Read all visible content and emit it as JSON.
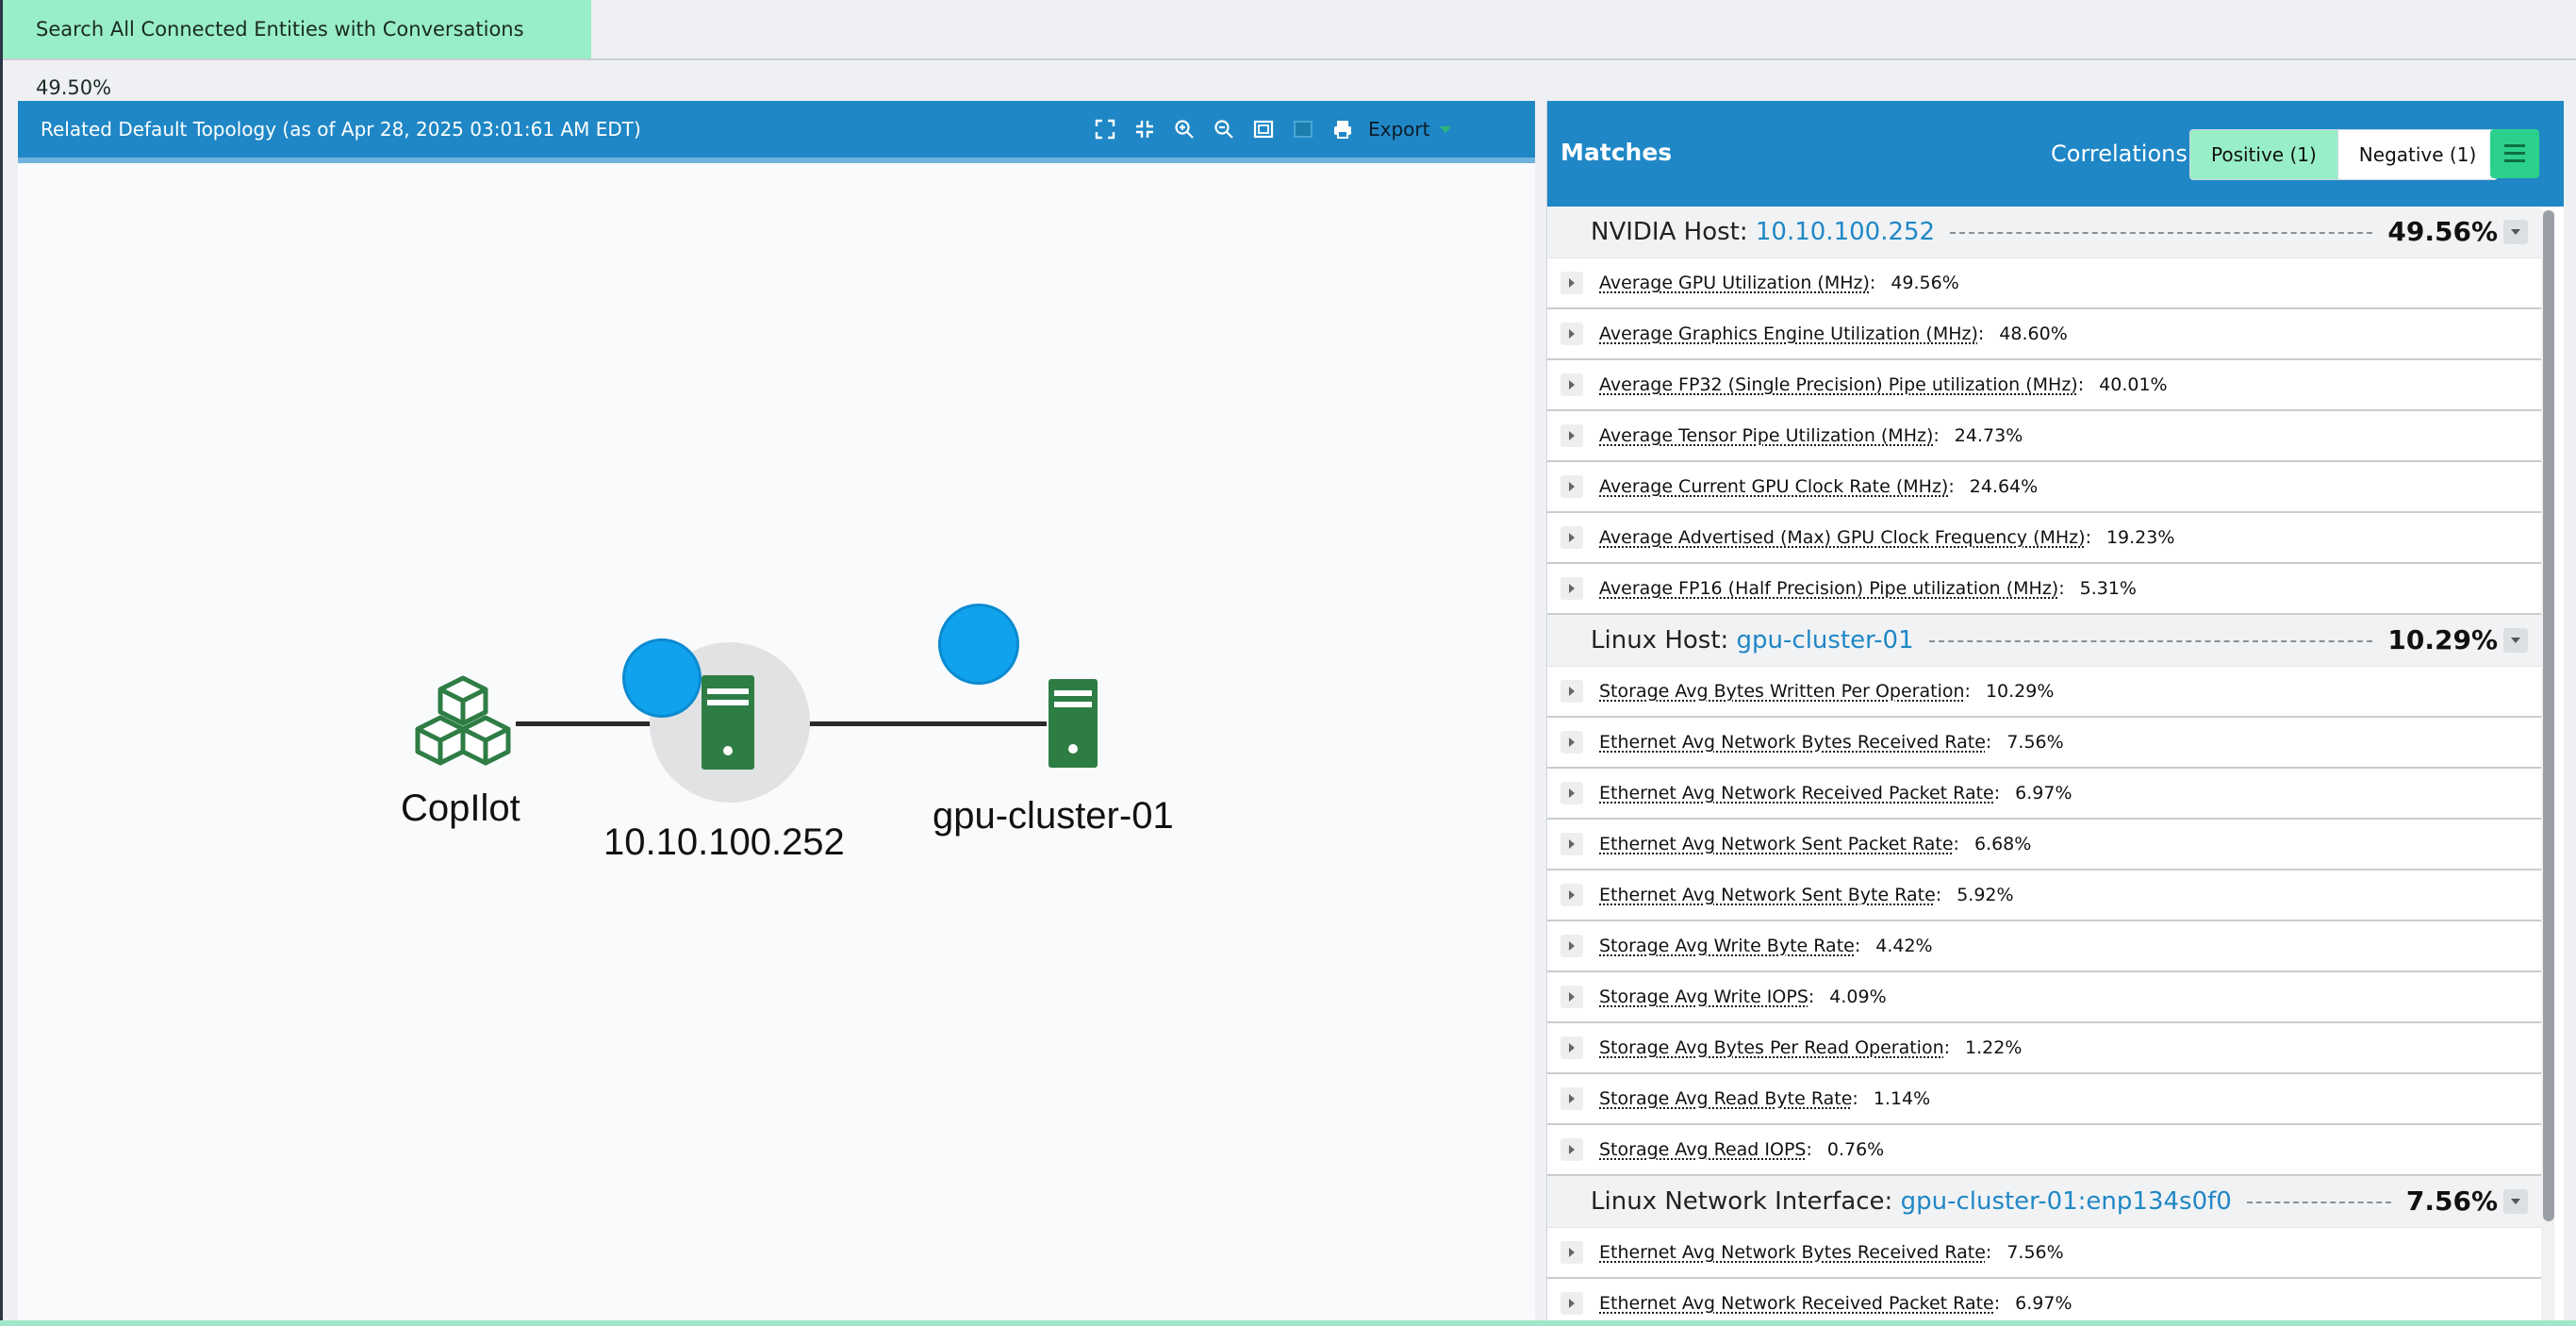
{
  "banner": {
    "text": "Search All Connected Entities with Conversations 49.50%"
  },
  "topology": {
    "title": "Related Default Topology (as of Apr 28, 2025 03:01:61 AM EDT)",
    "toolbar": {
      "icons": [
        "fullscreen-icon",
        "exit-fullscreen-icon",
        "zoom-in-icon",
        "zoom-out-icon",
        "fit-to-screen-icon",
        "overview-icon",
        "print-icon"
      ],
      "export_label": "Export"
    },
    "nodes": {
      "copilot": "CopIlot",
      "host": "10.10.100.252",
      "cluster": "gpu-cluster-01"
    },
    "colors": {
      "node_green": "#2e7d45",
      "alert_blue": "#10a2ec",
      "header_blue": "#1f87c6"
    }
  },
  "matches": {
    "title": "Matches",
    "correlations_label": "Correlations:",
    "positive_label": "Positive (1)",
    "negative_label": "Negative (1)",
    "groups": [
      {
        "prefix": "NVIDIA Host: ",
        "link": "10.10.100.252",
        "pct": "49.56%",
        "metrics": [
          {
            "name": "Average GPU Utilization (MHz)",
            "value": "49.56%"
          },
          {
            "name": "Average Graphics Engine Utilization (MHz)",
            "value": "48.60%"
          },
          {
            "name": "Average FP32 (Single Precision) Pipe utilization (MHz)",
            "value": "40.01%"
          },
          {
            "name": "Average Tensor Pipe Utilization (MHz)",
            "value": "24.73%"
          },
          {
            "name": "Average Current GPU Clock Rate (MHz)",
            "value": "24.64%"
          },
          {
            "name": "Average Advertised (Max) GPU Clock Frequency (MHz)",
            "value": "19.23%"
          },
          {
            "name": "Average FP16 (Half Precision) Pipe utilization (MHz)",
            "value": "5.31%"
          }
        ]
      },
      {
        "prefix": "Linux Host: ",
        "link": "gpu-cluster-01",
        "pct": "10.29%",
        "metrics": [
          {
            "name": "Storage Avg Bytes Written Per Operation",
            "value": "10.29%"
          },
          {
            "name": "Ethernet Avg Network Bytes Received Rate",
            "value": "7.56%"
          },
          {
            "name": "Ethernet Avg Network Received Packet Rate",
            "value": "6.97%"
          },
          {
            "name": "Ethernet Avg Network Sent Packet Rate",
            "value": "6.68%"
          },
          {
            "name": "Ethernet Avg Network Sent Byte Rate",
            "value": "5.92%"
          },
          {
            "name": "Storage Avg Write Byte Rate",
            "value": "4.42%"
          },
          {
            "name": "Storage Avg Write IOPS",
            "value": "4.09%"
          },
          {
            "name": "Storage Avg Bytes Per Read Operation",
            "value": "1.22%"
          },
          {
            "name": "Storage Avg Read Byte Rate",
            "value": "1.14%"
          },
          {
            "name": "Storage Avg Read IOPS",
            "value": "0.76%"
          }
        ]
      },
      {
        "prefix": "Linux Network Interface: ",
        "link": "gpu-cluster-01:enp134s0f0",
        "pct": "7.56%",
        "metrics": [
          {
            "name": "Ethernet Avg Network Bytes Received Rate",
            "value": "7.56%"
          },
          {
            "name": "Ethernet Avg Network Received Packet Rate",
            "value": "6.97%"
          }
        ]
      }
    ]
  }
}
